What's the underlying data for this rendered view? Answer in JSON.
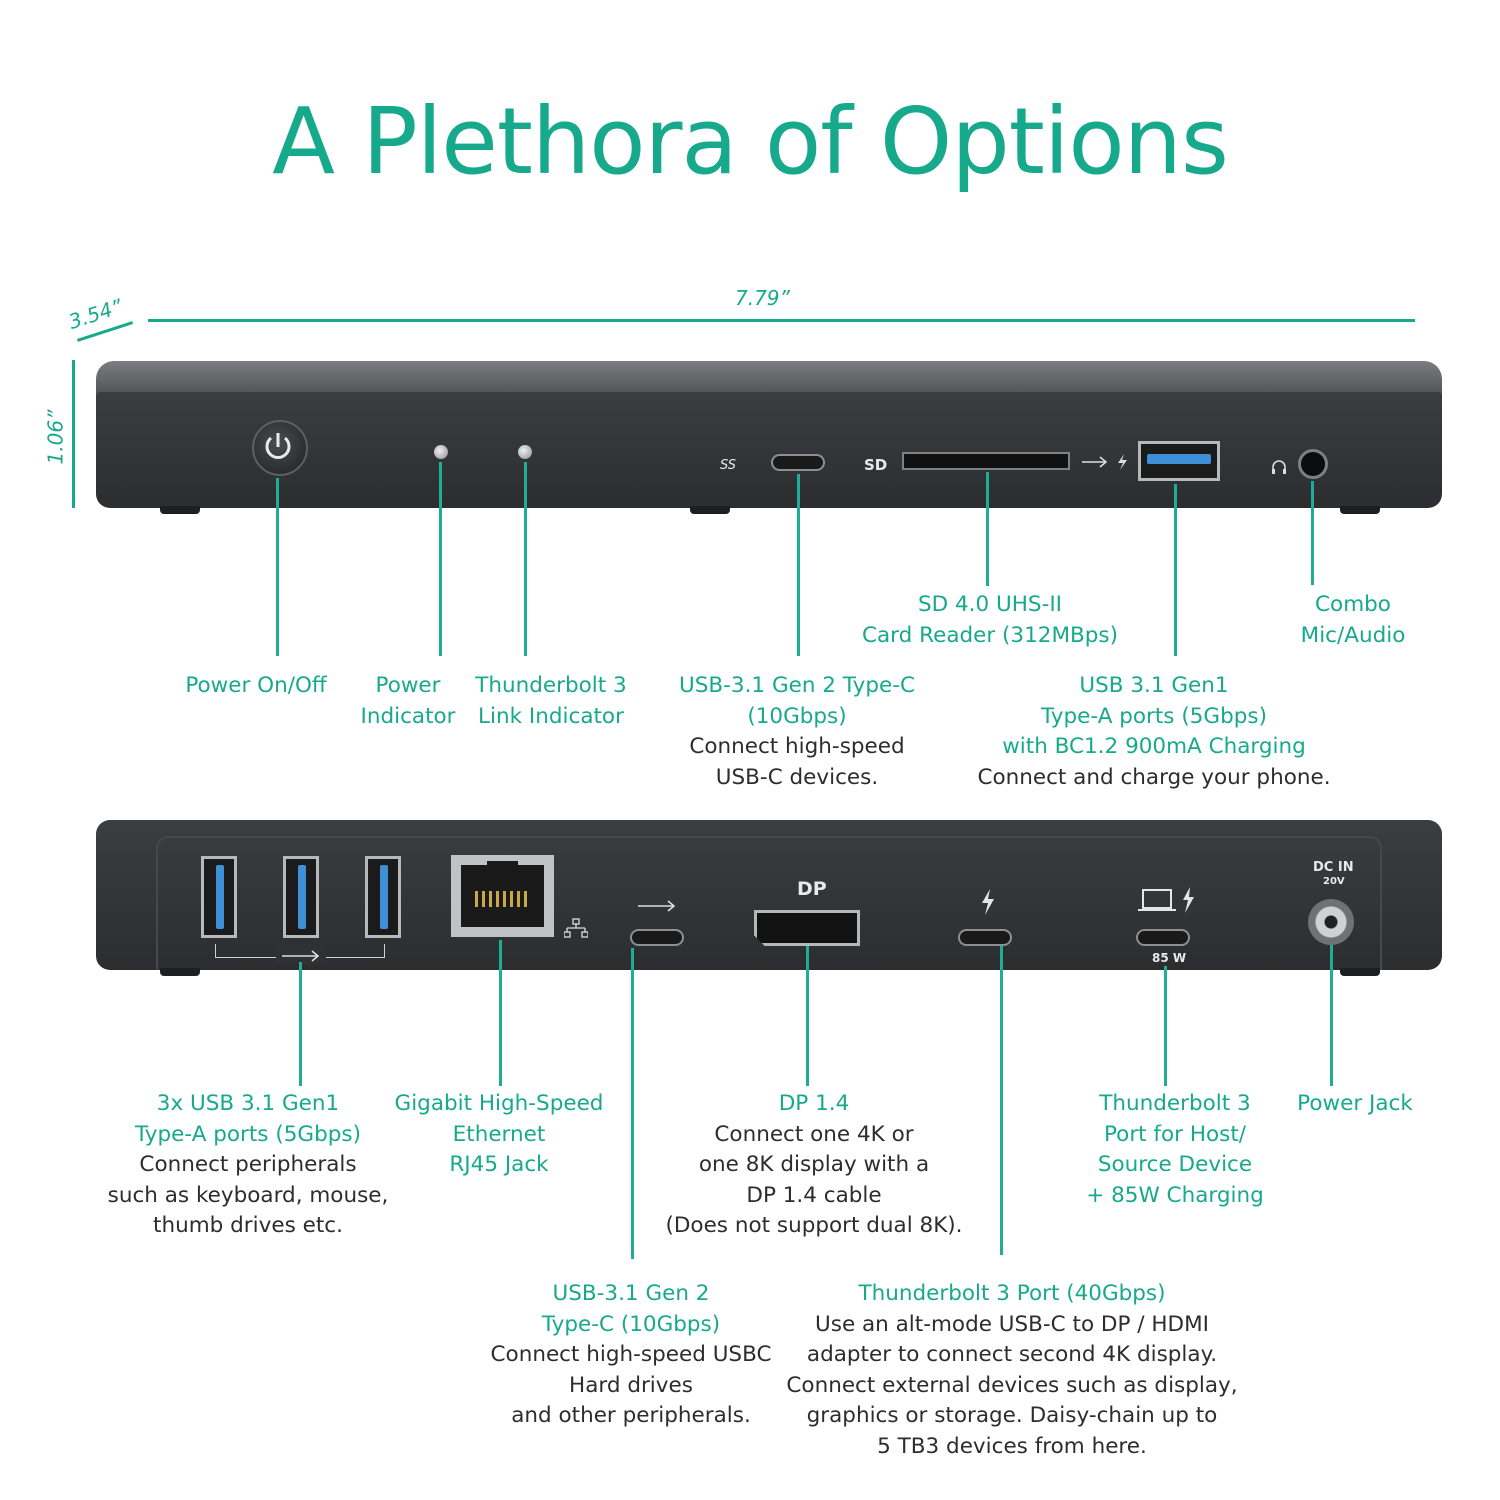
{
  "title": "A Plethora of Options",
  "dimensions": {
    "depth": "3.54”",
    "width": "7.79”",
    "height": "1.06”"
  },
  "front_panel": {
    "sd_label": "SD",
    "ss10_label": "SS",
    "labels": {
      "power_on_off": [
        "Power On/Off"
      ],
      "power_indicator": [
        "Power",
        "Indicator"
      ],
      "tb3_link_indicator": [
        "Thunderbolt 3",
        "Link Indicator"
      ],
      "usbc_front": {
        "green": [
          "USB-3.1 Gen 2 Type-C",
          "(10Gbps)"
        ],
        "dark": [
          "Connect high-speed",
          "USB-C devices."
        ]
      },
      "sd_reader": [
        "SD 4.0 UHS-II",
        "Card Reader (312MBps)"
      ],
      "usba_front": {
        "green": [
          "USB 3.1 Gen1",
          "Type-A ports (5Gbps)",
          "with BC1.2 900mA Charging"
        ],
        "dark": [
          "Connect and charge your phone."
        ]
      },
      "combo_audio": [
        "Combo",
        "Mic/Audio"
      ]
    }
  },
  "rear_panel": {
    "dp_label": "DP",
    "dc_in_label": "DC IN",
    "dc_in_volt": "20V",
    "watt_label": "85 W",
    "labels": {
      "usba_rear": {
        "green": [
          "3x USB 3.1 Gen1",
          "Type-A ports (5Gbps)"
        ],
        "dark": [
          "Connect peripherals",
          "such as keyboard, mouse,",
          "thumb drives etc."
        ]
      },
      "ethernet": [
        "Gigabit High-Speed",
        "Ethernet",
        "RJ45 Jack"
      ],
      "dp": {
        "green": [
          "DP 1.4"
        ],
        "dark": [
          "Connect one 4K or",
          "one 8K display with a",
          "DP 1.4 cable",
          "(Does not support dual 8K)."
        ]
      },
      "tb3_host": [
        "Thunderbolt 3",
        "Port for Host/",
        "Source Device",
        "+ 85W Charging"
      ],
      "power_jack": [
        "Power Jack"
      ],
      "usbc_rear": {
        "green": [
          "USB-3.1 Gen 2",
          "Type-C (10Gbps)"
        ],
        "dark": [
          "Connect high-speed USBC",
          "Hard drives",
          "and other peripherals."
        ]
      },
      "tb3_port": {
        "green": [
          "Thunderbolt 3 Port (40Gbps)"
        ],
        "dark": [
          "Use an alt-mode USB-C to DP / HDMI",
          "adapter to connect second 4K display.",
          "Connect external devices such as display,",
          "graphics or storage. Daisy-chain up to",
          "5 TB3 devices from here."
        ]
      }
    }
  },
  "colors": {
    "accent": "#17a98c",
    "text_dark": "#2d2d2d",
    "dock": "#2f3133",
    "usb_blue": "#3f8fd6"
  }
}
